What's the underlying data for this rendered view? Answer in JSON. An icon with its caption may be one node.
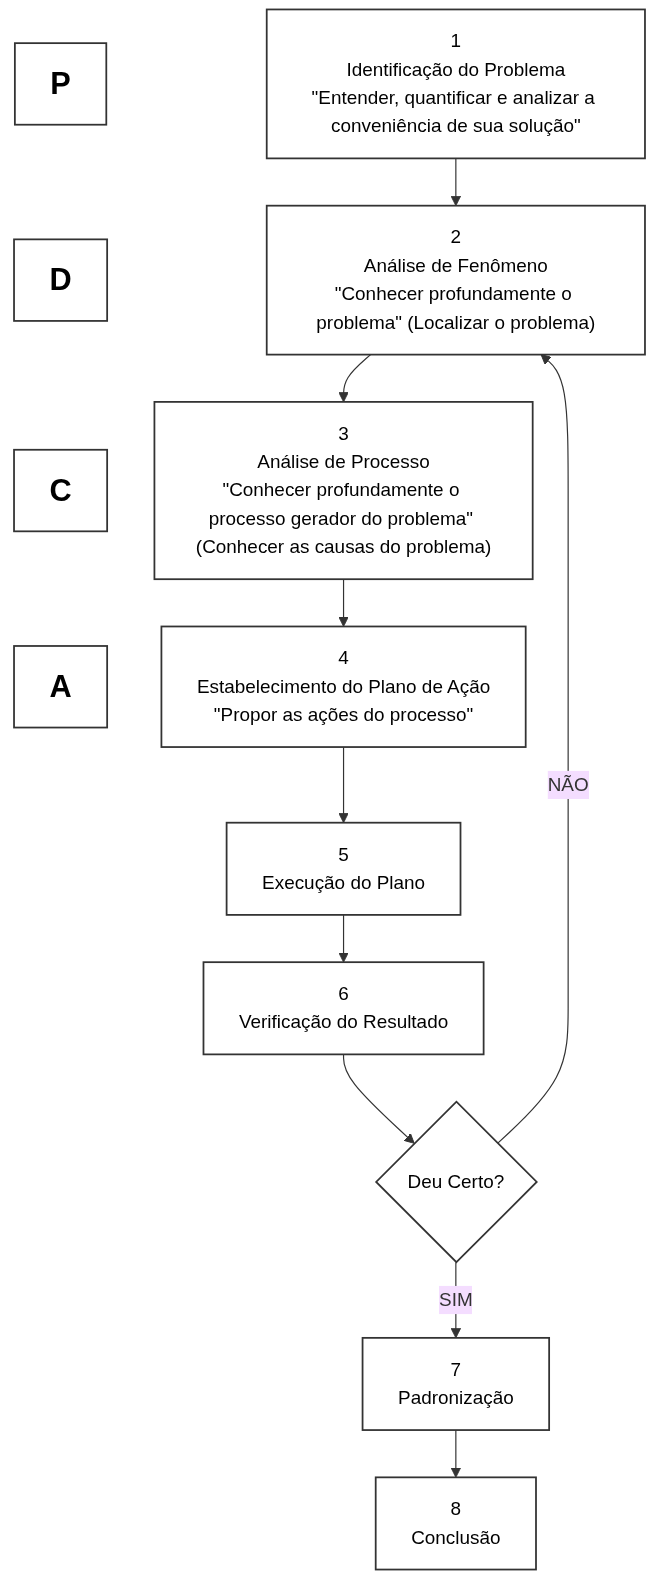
{
  "diagram": {
    "nodes": [
      {
        "text": [
          "P"
        ]
      },
      {
        "text": [
          "D"
        ]
      },
      {
        "text": [
          "C"
        ]
      },
      {
        "text": [
          "A"
        ]
      },
      {
        "text": [
          "1",
          "Identificação do Problema",
          "\"Entender, quantificar e analizar a conveniência de sua solução\""
        ]
      },
      {
        "text": [
          "2",
          "Análise de Fenômeno",
          "\"Conhecer profundamente o problema\" (Localizar o problema)"
        ]
      },
      {
        "text": [
          "3",
          "Análise de Processo",
          "\"Conhecer profundamente o processo gerador do problema\" (Conhecer as causas do problema)"
        ]
      },
      {
        "text": [
          "4",
          "Estabelecimento do Plano de Ação",
          "\"Propor as ações do processo\""
        ]
      },
      {
        "text": [
          "5",
          "Execução do Plano"
        ]
      },
      {
        "text": [
          "6",
          "Verificação do Resultado"
        ]
      },
      {
        "text": [
          "Deu Certo?"
        ]
      },
      {
        "text": [
          "7",
          "Padronização"
        ]
      },
      {
        "text": [
          "8",
          "Conclusão"
        ]
      }
    ],
    "edges": [
      {
        "from": 4,
        "to": 5,
        "arrow": "to"
      },
      {
        "from": 5,
        "to": 6,
        "arrow": "to"
      },
      {
        "from": 6,
        "to": 7,
        "arrow": "to"
      },
      {
        "from": 7,
        "to": 8,
        "arrow": "to"
      },
      {
        "from": 8,
        "to": 9,
        "arrow": "to"
      },
      {
        "from": 9,
        "to": 10,
        "arrow": "to"
      },
      {
        "from": 10,
        "to": 5,
        "arrow": "to",
        "label": "NÃO"
      },
      {
        "from": 10,
        "to": 11,
        "arrow": "to",
        "label": "SIM"
      },
      {
        "from": 11,
        "to": 12,
        "arrow": "to"
      }
    ]
  }
}
